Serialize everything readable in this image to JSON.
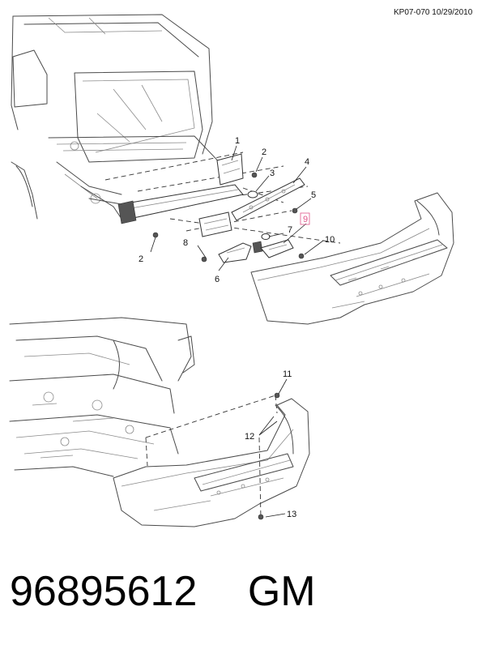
{
  "document_id": "KP07-070 10/29/2010",
  "part_number": "96895612",
  "brand": "GM",
  "callouts": {
    "c1": "1",
    "c2a": "2",
    "c2b": "2",
    "c3": "3",
    "c4": "4",
    "c5": "5",
    "c6": "6",
    "c7": "7",
    "c8": "8",
    "c9": "9",
    "c10": "10",
    "c11": "11",
    "c12": "12",
    "c13": "13"
  },
  "highlight_color": "#e0568a"
}
